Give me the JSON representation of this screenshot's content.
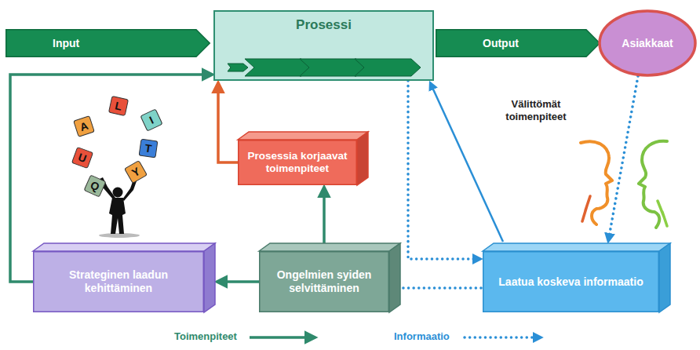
{
  "diagram": {
    "nodes": [
      {
        "text": [
          "Input"
        ]
      },
      {
        "text": [
          "Prosessi"
        ]
      },
      {
        "text": [
          "Output"
        ]
      },
      {
        "text": [
          "Asiakkaat"
        ]
      },
      {
        "text": [
          "Prosessia korjaavat toimenpiteet"
        ]
      },
      {
        "text": [
          "Strateginen laadun kehittäminen"
        ]
      },
      {
        "text": [
          "Ongelmien syiden selvittäminen"
        ]
      },
      {
        "text": [
          "Laatua koskeva informaatio"
        ]
      }
    ],
    "edges": [
      {
        "from": 1,
        "to": 7,
        "arrow": "to"
      },
      {
        "from": 7,
        "to": 1,
        "label": "Välittömät toimenpiteet",
        "arrow": "to"
      },
      {
        "from": 3,
        "to": 7,
        "arrow": "to"
      },
      {
        "from": 7,
        "to": 6,
        "arrow": "to"
      },
      {
        "from": 6,
        "to": 4,
        "arrow": "to"
      },
      {
        "from": 6,
        "to": 5,
        "arrow": "to"
      },
      {
        "from": 4,
        "to": 1,
        "arrow": "to"
      },
      {
        "from": 5,
        "to": 1,
        "arrow": "to"
      }
    ],
    "labels": [
      "A",
      "L",
      "I",
      "U",
      "T",
      "Y",
      "Q"
    ],
    "legend": [
      {
        "text": "Toimenpiteet"
      },
      {
        "text": "Informaatio"
      }
    ]
  }
}
